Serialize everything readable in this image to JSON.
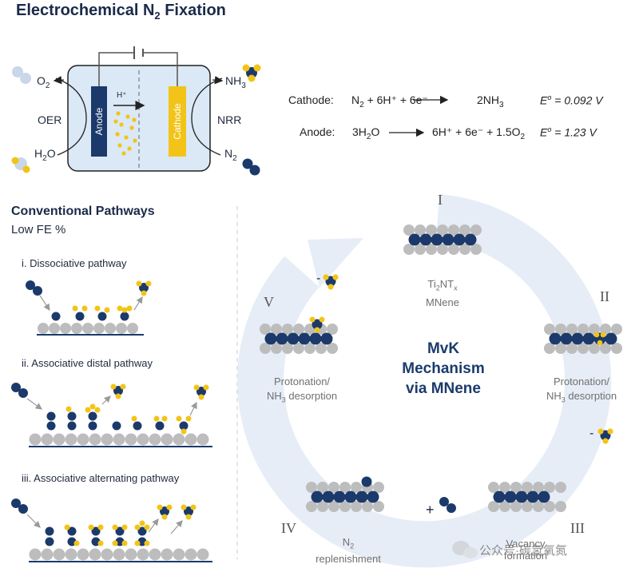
{
  "title": {
    "pre": "Electrochemical N",
    "sub": "2",
    "post": " Fixation"
  },
  "cell": {
    "o2": {
      "main": "O",
      "sub": "2"
    },
    "oer": "OER",
    "h2o": {
      "main": "H",
      "sub": "2",
      "post": "O"
    },
    "nh3": {
      "main": "NH",
      "sub": "3"
    },
    "nrr": "NRR",
    "n2": {
      "main": "N",
      "sub": "2"
    },
    "anode": "Anode",
    "cathode": "Cathode",
    "hplus": "H⁺"
  },
  "equations": {
    "cathode_label": "Cathode:",
    "cathode_left": {
      "a": "N",
      "sub1": "2",
      "b": " + 6H⁺ + 6e⁻"
    },
    "cathode_right": {
      "a": "2NH",
      "sub1": "3"
    },
    "cathode_e0": {
      "e": "E",
      "sup": "o",
      "val": " = 0.092 V"
    },
    "anode_label": "Anode:",
    "anode_left": {
      "a": "3H",
      "sub1": "2",
      "b": "O"
    },
    "anode_right": {
      "a": "6H⁺ + 6e⁻ + 1.5O",
      "sub1": "2"
    },
    "anode_e0": {
      "e": "E",
      "sup": "o",
      "val": " = 1.23 V"
    }
  },
  "conventional": {
    "heading": "Conventional Pathways",
    "subheading": "Low FE %",
    "pathways": [
      "i. Dissociative pathway",
      "ii. Associative distal pathway",
      "iii. Associative alternating pathway"
    ]
  },
  "cycle": {
    "center": [
      "MvK",
      "Mechanism",
      "via MNene"
    ],
    "stages": {
      "I": "I",
      "II": "II",
      "III": "III",
      "IV": "IV",
      "V": "V"
    },
    "mnene_label": {
      "a": "Ti",
      "sub1": "2",
      "b": "NT",
      "sub2": "x",
      "line2": "MNene"
    },
    "protonation_right": {
      "line1": "Protonation/",
      "a": "NH",
      "sub1": "3",
      "b": " desorption"
    },
    "protonation_left": {
      "line1": "Protonation/",
      "a": "NH",
      "sub1": "3",
      "b": " desorption"
    },
    "vacancy": {
      "line1": "Vacancy",
      "line2": "formation"
    },
    "replenish": {
      "a": "N",
      "sub1": "2",
      "line2": "replenishment"
    },
    "minus1": "-",
    "minus2": "-",
    "plus": "+"
  },
  "watermark": "公众号·碳氢氧氮",
  "colors": {
    "navy": "#1b3a6b",
    "gold": "#f2c418",
    "grey": "#b5b5b5",
    "arrow_bg": "#e8eef7"
  }
}
